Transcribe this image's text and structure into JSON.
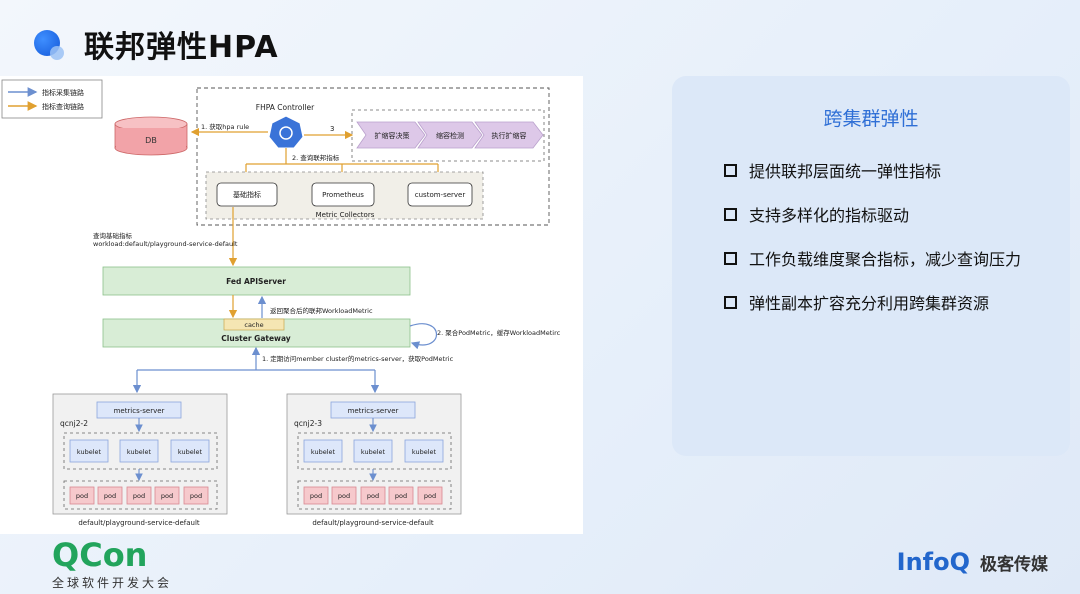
{
  "header": {
    "title": "联邦弹性HPA"
  },
  "diagram": {
    "legend": [
      "指标采集链路",
      "指标查询链路"
    ],
    "db": "DB",
    "controller": "FHPA Controller",
    "edge_get_rule": "1. 获取hpa rule",
    "edge_step3": "3",
    "edge_query_metrics": "2. 查询联邦指标",
    "steps": [
      "扩缩容决策",
      "缩容检测",
      "执行扩缩容"
    ],
    "collectors": [
      "基础指标",
      "Prometheus",
      "custom-server"
    ],
    "collectors_label": "Metric Collectors",
    "query_note_1": "查询基础指标",
    "query_note_2": "workload:default/playground-service-default",
    "fed_apiserver": "Fed APIServer",
    "return_note": "返回聚合后的联邦WorkloadMetric",
    "cache": "cache",
    "gateway": "Cluster Gateway",
    "aggregate_note": "2. 聚合PodMetric，缓存WorkloadMetirc",
    "periodic_note": "1. 定期访问member cluster的metrics-server，获取PodMetric",
    "clusters": [
      {
        "name": "qcnj2-2",
        "metrics_server": "metrics-server",
        "kubelets": [
          "kubelet",
          "kubelet",
          "kubelet"
        ],
        "pods": [
          "pod",
          "pod",
          "pod",
          "pod",
          "pod"
        ],
        "workload": "default/playground-service-default"
      },
      {
        "name": "qcnj2-3",
        "metrics_server": "metrics-server",
        "kubelets": [
          "kubelet",
          "kubelet",
          "kubelet"
        ],
        "pods": [
          "pod",
          "pod",
          "pod",
          "pod",
          "pod"
        ],
        "workload": "default/playground-service-default"
      }
    ]
  },
  "panel": {
    "title": "跨集群弹性",
    "bullets": [
      "提供联邦层面统一弹性指标",
      "支持多样化的指标驱动",
      "工作负载维度聚合指标，减少查询压力",
      "弹性副本扩容充分利用跨集群资源"
    ]
  },
  "footer": {
    "qcon_logo": "QCon",
    "qcon_sub": "全球软件开发大会",
    "infoq_logo": "InfoQ",
    "infoq_cn": "极客传媒"
  },
  "colors": {
    "accent": "#2f6fd6",
    "collect_link": "#6c8fcf",
    "query_link": "#e0a030",
    "green_box": "#d8edd6",
    "pod_box": "#f6c9cc"
  }
}
